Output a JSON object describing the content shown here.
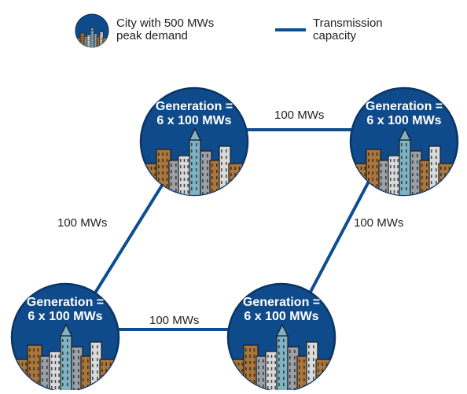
{
  "legend": {
    "city_label_line1": "City with 500 MWs",
    "city_label_line2": "peak demand",
    "line_label_line1": "Transmission",
    "line_label_line2": "capacity",
    "city_icon": "city-skyline-icon"
  },
  "colors": {
    "circle_fill": "#0f4a8a",
    "circle_stroke": "#0a3566",
    "transmission_line": "#0d4f8e",
    "building_tan": "#a9763d",
    "building_gray": "#9aa0a6",
    "building_light": "#d8dadc",
    "building_teal": "#7fb3c4",
    "window": "#1b1b1b"
  },
  "cities": [
    {
      "id": "top-left",
      "gen_line1": "Generation =",
      "gen_line2": "6 x 100 MWs"
    },
    {
      "id": "top-right",
      "gen_line1": "Generation =",
      "gen_line2": "6 x 100 MWs"
    },
    {
      "id": "bottom-left",
      "gen_line1": "Generation =",
      "gen_line2": "6 x 100 MWs"
    },
    {
      "id": "bottom-right",
      "gen_line1": "Generation =",
      "gen_line2": "6 x 100 MWs"
    }
  ],
  "links": [
    {
      "from": "top-left",
      "to": "top-right",
      "label": "100 MWs"
    },
    {
      "from": "top-left",
      "to": "bottom-left",
      "label": "100 MWs"
    },
    {
      "from": "top-right",
      "to": "bottom-right",
      "label": "100 MWs"
    },
    {
      "from": "bottom-left",
      "to": "bottom-right",
      "label": "100 MWs"
    }
  ]
}
